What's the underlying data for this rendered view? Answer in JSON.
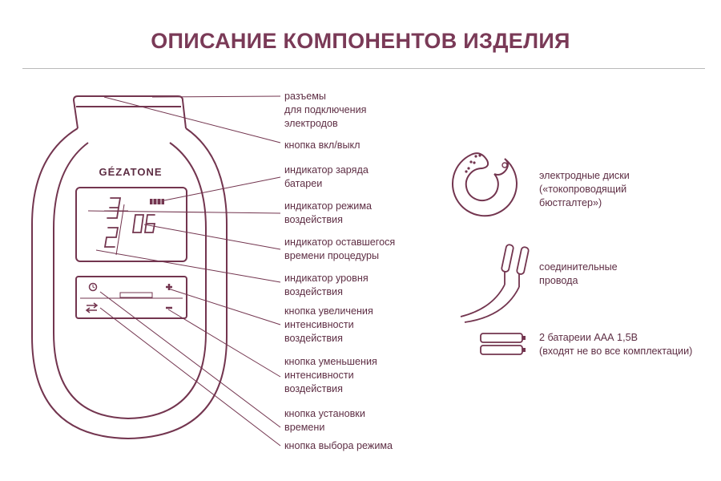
{
  "title": "ОПИСАНИЕ КОМПОНЕНТОВ ИЗДЕЛИЯ",
  "device": {
    "brand": "GÉZATONE",
    "display": {
      "mode": "3",
      "level": "2",
      "time": "06"
    }
  },
  "callouts": [
    "разъемы\nдля подключения\nэлектродов",
    "кнопка вкл/выкл",
    "индикатор заряда\nбатареи",
    "индикатор режима\nвоздействия",
    "индикатор оставшегося\nвремени процедуры",
    "индикатор уровня\nвоздействия",
    "кнопка увеличения\nинтенсивности\nвоздействия",
    "кнопка уменьшения\nинтенсивности\nвоздействия",
    "кнопка установки\nвремени",
    "кнопка выбора режима"
  ],
  "accessories": [
    {
      "icon": "electrode-disc-icon",
      "label": "электродные диски\n(«токопроводящий\nбюстгалтер»)"
    },
    {
      "icon": "connecting-wires-icon",
      "label": "соединительные\nпровода"
    },
    {
      "icon": "aaa-batteries-icon",
      "label": "2 батареии ААА 1,5В\n(входят не во все комплектации)"
    }
  ],
  "colors": {
    "accent": "#7a3a57",
    "line": "#73354f",
    "rule": "#b9b9b9"
  }
}
